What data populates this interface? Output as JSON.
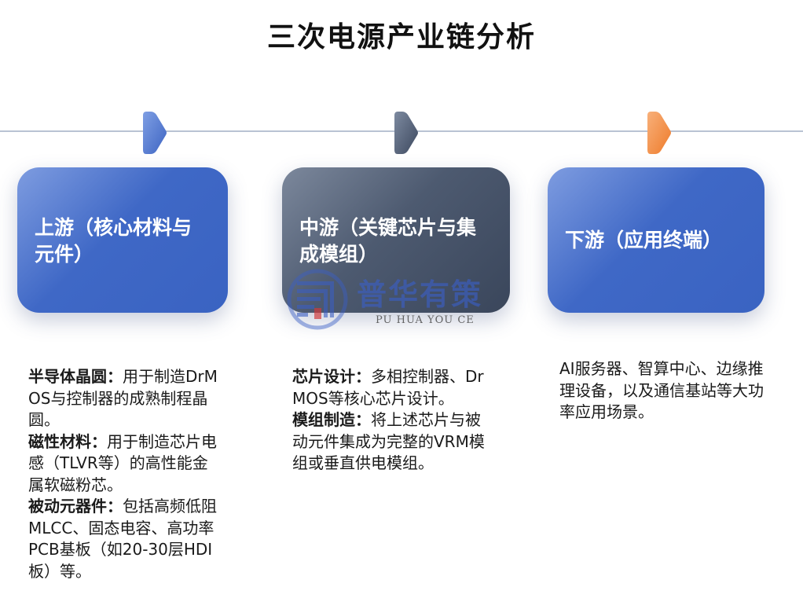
{
  "title": "三次电源产业链分析",
  "colors": {
    "chevron_upstream": "#4a72c9",
    "chevron_midstream": "#4f5e78",
    "chevron_downstream": "#f08a3c",
    "timeline": "#b9c3d3"
  },
  "stages": [
    {
      "label": "上游（核心材料与元件）",
      "items": [
        {
          "term": "半导体晶圆：",
          "text": "用于制造DrMOS与控制器的成熟制程晶圆。"
        },
        {
          "term": "磁性材料：",
          "text": "用于制造芯片电感（TLVR等）的高性能金属软磁粉芯。"
        },
        {
          "term": "被动元器件：",
          "text": "包括高频低阻MLCC、固态电容、高功率PCB基板（如20-30层HDI板）等。"
        }
      ]
    },
    {
      "label": "中游（关键芯片与集成模组）",
      "items": [
        {
          "term": "芯片设计：",
          "text": "多相控制器、DrMOS等核心芯片设计。"
        },
        {
          "term": "模组制造：",
          "text": "将上述芯片与被动元件集成为完整的VRM模组或垂直供电模组。"
        }
      ]
    },
    {
      "label": "下游（应用终端）",
      "items": [
        {
          "term": "",
          "text": "AI服务器、智算中心、边缘推理设备，以及通信基站等大功率应用场景。"
        }
      ]
    }
  ],
  "watermark": {
    "cn": "普华有策",
    "en": "PU HUA YOU CE"
  }
}
